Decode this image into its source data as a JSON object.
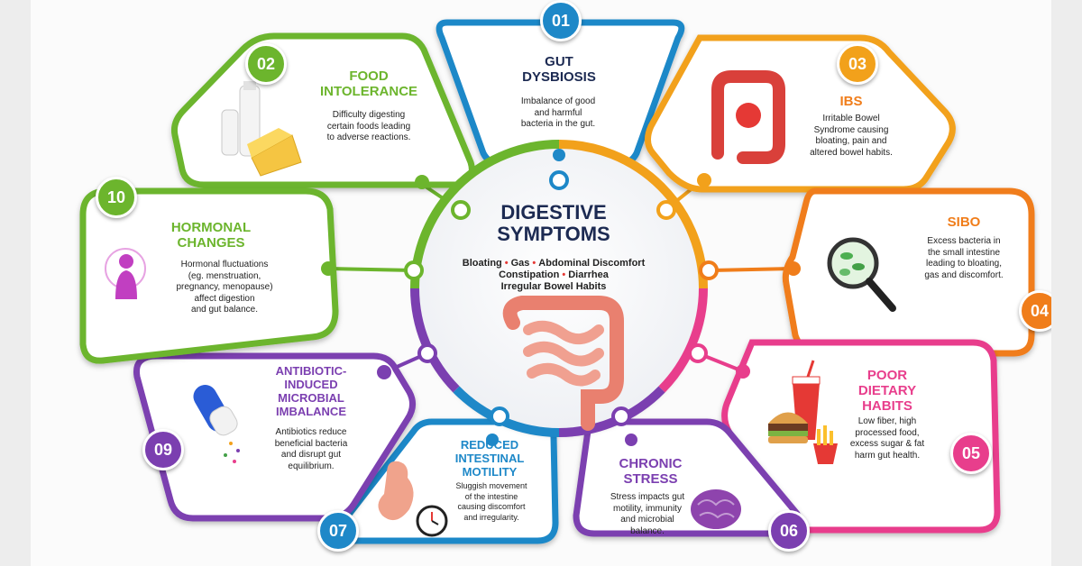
{
  "center": {
    "title_line1": "DIGESTIVE",
    "title_line2": "SYMPTOMS",
    "symptoms": [
      "Bloating",
      "Gas",
      "Abdominal Discomfort",
      "Constipation",
      "Diarrhea",
      "Irregular Bowel Habits"
    ]
  },
  "cards": [
    {
      "number": "01",
      "title1": "GUT",
      "title2": "DYSBIOSIS",
      "title3": "",
      "title4": "",
      "desc": [
        "Imbalance of good",
        "and harmful",
        "bacteria in the gut."
      ],
      "color": "#1e88c8"
    },
    {
      "number": "02",
      "title1": "FOOD",
      "title2": "INTOLERANCE",
      "title3": "",
      "title4": "",
      "desc": [
        "Difficulty digesting",
        "certain foods leading",
        "to adverse reactions."
      ],
      "color": "#6cb52d"
    },
    {
      "number": "03",
      "title1": "IBS",
      "title2": "",
      "title3": "",
      "title4": "",
      "desc": [
        "Irritable Bowel",
        "Syndrome causing",
        "bloating, pain and",
        "altered bowel habits."
      ],
      "color": "#f2a11b"
    },
    {
      "number": "04",
      "title1": "SIBO",
      "title2": "",
      "title3": "",
      "title4": "",
      "desc": [
        "Excess bacteria in",
        "the small intestine",
        "leading to bloating,",
        "gas and discomfort."
      ],
      "color": "#f07d1a"
    },
    {
      "number": "05",
      "title1": "POOR",
      "title2": "DIETARY",
      "title3": "HABITS",
      "title4": "",
      "desc": [
        "Low fiber, high",
        "processed food,",
        "excess sugar & fat",
        "harm gut health."
      ],
      "color": "#e83e8c"
    },
    {
      "number": "06",
      "title1": "CHRONIC",
      "title2": "STRESS",
      "title3": "",
      "title4": "",
      "desc": [
        "Stress impacts gut",
        "motility, immunity",
        "and microbial",
        "balance."
      ],
      "color": "#7b3fb0"
    },
    {
      "number": "07",
      "title1": "REDUCED",
      "title2": "INTESTINAL",
      "title3": "MOTILITY",
      "title4": "",
      "desc": [
        "Sluggish movement",
        "of the intestine",
        "causing discomfort",
        "and irregularity."
      ],
      "color": "#1e88c8"
    },
    {
      "number": "09",
      "title1": "ANTIBIOTIC-",
      "title2": "INDUCED",
      "title3": "MICROBIAL",
      "title4": "IMBALANCE",
      "desc": [
        "Antibiotics reduce",
        "beneficial bacteria",
        "and disrupt gut",
        "equilibrium."
      ],
      "color": "#7b3fb0"
    },
    {
      "number": "10",
      "title1": "HORMONAL",
      "title2": "CHANGES",
      "title3": "",
      "title4": "",
      "desc": [
        "Hormonal fluctuations",
        "(eg. menstruation,",
        "pregnancy, menopause)",
        "affect digestion",
        "and gut balance."
      ],
      "color": "#6cb52d"
    }
  ],
  "colors": {
    "blue": "#1e88c8",
    "green": "#6cb52d",
    "yellow": "#f2a11b",
    "orange": "#f07d1a",
    "pink": "#e83e8c",
    "purple": "#7b3fb0",
    "navy": "#1c2a52"
  },
  "icons": [
    "milk-cheese-icon",
    "colon-icon",
    "magnifier-bacteria-icon",
    "fast-food-icon",
    "brain-icon",
    "stomach-clock-icon",
    "pill-icon",
    "woman-icon",
    "intestine-icon"
  ]
}
